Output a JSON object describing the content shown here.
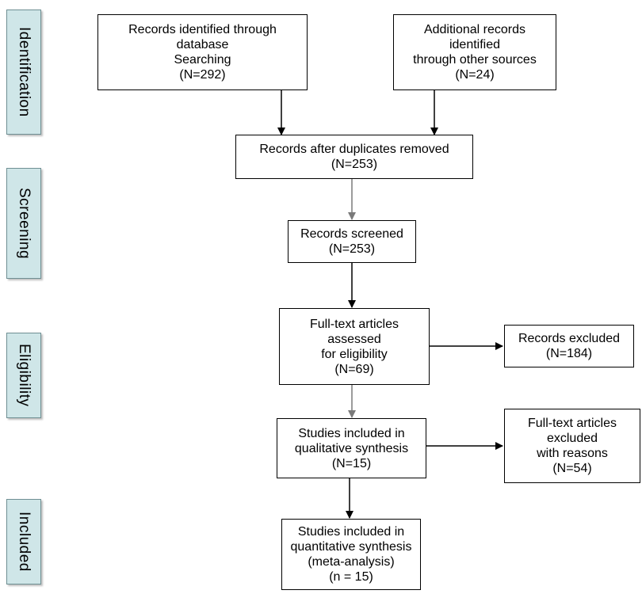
{
  "phases": {
    "identification": "Identification",
    "screening": "Screening",
    "eligibility": "Eligibility",
    "included": "Included"
  },
  "boxes": {
    "database": [
      "Records identified through",
      "database",
      "Searching",
      "(N=292)"
    ],
    "other_sources": [
      "Additional records",
      "identified",
      "through other sources",
      "(N=24)"
    ],
    "duplicates_removed": [
      "Records after duplicates removed",
      "(N=253)"
    ],
    "screened": [
      "Records screened",
      "(N=253)"
    ],
    "fulltext_assessed": [
      "Full-text articles",
      "assessed",
      "for eligibility",
      "(N=69)"
    ],
    "records_excluded": [
      "Records excluded",
      "(N=184)"
    ],
    "qualitative": [
      "Studies included in",
      "qualitative synthesis",
      "(N=15)"
    ],
    "fulltext_excluded": [
      "Full-text articles",
      "excluded",
      "with reasons",
      "(N=54)"
    ],
    "quantitative": [
      "Studies included in",
      "quantitative synthesis",
      "(meta-analysis)",
      "(n = 15)"
    ]
  }
}
